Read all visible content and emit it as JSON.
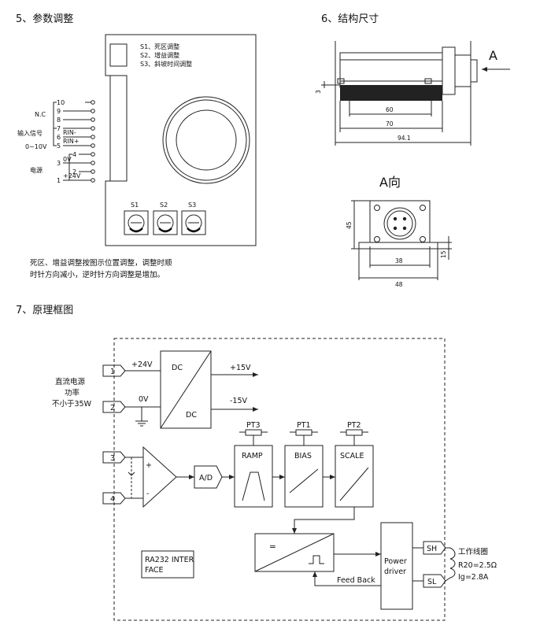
{
  "sections": {
    "adjust_title": "5、参数调整",
    "dims_title": "6、结构尺寸",
    "principle_title": "7、原理框图"
  },
  "adjust": {
    "s_notes": [
      "S1、死区调整",
      "S2、增益调整",
      "S3、斜坡时间调整"
    ],
    "pin_numbers": [
      "10",
      "9",
      "8",
      "7",
      "6",
      "5",
      "4",
      "3",
      "2",
      "1"
    ],
    "nc_label": "N.C",
    "input_label": "输入信号",
    "input_range": "0~10V",
    "power_label": "电源",
    "rin_minus": "RIN-",
    "rin_plus": "RIN+",
    "pin_0v": "0V",
    "pin_24v": "+24V",
    "pots": [
      "S1",
      "S2",
      "S3"
    ],
    "note_line1": "死区、增益调整按图示位置调整，调整时顺",
    "note_line2": "时针方向减小，逆时针方向调整是增加。"
  },
  "dimensions": {
    "view_label": "A",
    "view_a_label": "A向",
    "side": {
      "d3": "3",
      "d60": "60",
      "d70": "70",
      "d94": "94.1"
    },
    "front": {
      "d45": "45",
      "d15": "15",
      "d38": "38",
      "d48": "48"
    }
  },
  "block": {
    "t1": "1",
    "t2": "2",
    "t3": "3",
    "t4": "4",
    "supply_lines": [
      "直流电源",
      "功率",
      "不小于35W"
    ],
    "plus24": "+24V",
    "zero_v": "0V",
    "dc_in": "DC",
    "dc_out": "DC",
    "plus15": "+15V",
    "minus15": "-15V",
    "opamp_plus": "+",
    "opamp_minus": "-",
    "ad": "A/D",
    "pt3": "PT3",
    "pt1": "PT1",
    "pt2": "PT2",
    "ramp": "RAMP",
    "bias": "BIAS",
    "scale": "SCALE",
    "equal": "=",
    "rs232_1": "RA232 INTER",
    "rs232_2": "FACE",
    "feedback": "Feed Back",
    "power_1": "Power",
    "power_2": "driver",
    "sh": "SH",
    "sl": "SL",
    "coil_1": "工作线圈",
    "coil_2": "R20=2.5Ω",
    "coil_3": "Ig=2.8A"
  }
}
